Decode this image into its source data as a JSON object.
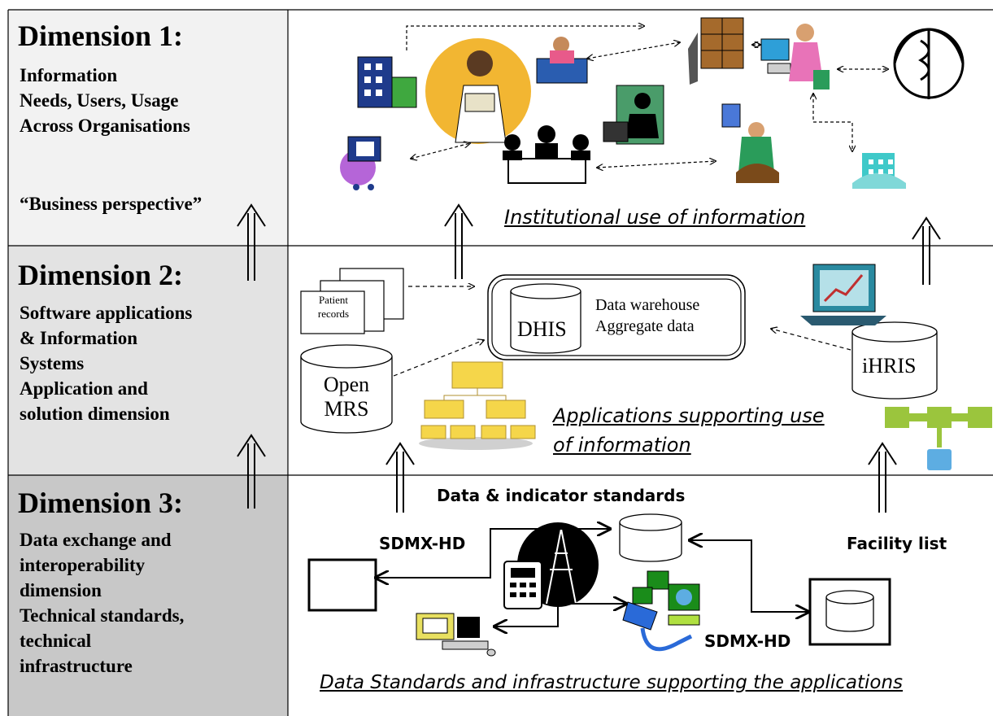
{
  "dimension1": {
    "title": "Dimension 1:",
    "lines": [
      "Information",
      "Needs, Users, Usage",
      "Across Organisations"
    ],
    "perspective": "“Business perspective”"
  },
  "dimension2": {
    "title": "Dimension 2:",
    "lines": [
      "Software applications",
      "& Information",
      "Systems",
      "Application and",
      "solution dimension"
    ]
  },
  "dimension3": {
    "title": "Dimension 3:",
    "lines": [
      "Data exchange and",
      "interoperability",
      "dimension",
      "Technical standards,",
      "technical",
      "infrastructure"
    ]
  },
  "captions": {
    "institutional": "Institutional use of information",
    "applications_line1": "Applications supporting use",
    "applications_line2": "of information",
    "data_standards": "Data Standards and infrastructure supporting the applications"
  },
  "labels": {
    "patient_line1": "Patient",
    "patient_line2": "records",
    "dhis": "DHIS",
    "warehouse_line1": "Data warehouse",
    "warehouse_line2": "Aggregate data",
    "openmrs_line1": "Open",
    "openmrs_line2": "MRS",
    "ihris": "iHRIS",
    "data_indicator": "Data & indicator standards",
    "sdmx_left": "SDMX-HD",
    "sdmx_right": "SDMX-HD",
    "facility": "Facility list"
  },
  "colors": {
    "dim1_bg": "#f2f2f2",
    "dim2_bg": "#e3e3e3",
    "dim3_bg": "#c8c8c8",
    "icon_green": "#9bc53d",
    "icon_blue": "#5dade2",
    "folder_yellow": "#f5d64a"
  }
}
